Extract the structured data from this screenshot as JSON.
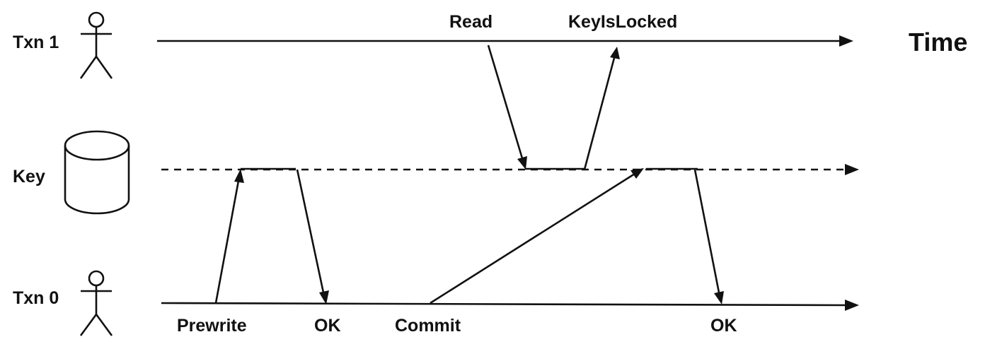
{
  "diagram": {
    "lanes": {
      "txn1": "Txn 1",
      "key": "Key",
      "txn0": "Txn 0"
    },
    "axis_label": "Time",
    "messages": {
      "read": "Read",
      "key_is_locked": "KeyIsLocked",
      "prewrite": "Prewrite",
      "prewrite_ok": "OK",
      "commit": "Commit",
      "commit_ok": "OK"
    },
    "icons": {
      "txn1": "person-icon",
      "key": "database-cylinder-icon",
      "txn0": "person-icon"
    },
    "colors": {
      "stroke": "#111111",
      "background": "#ffffff"
    }
  }
}
